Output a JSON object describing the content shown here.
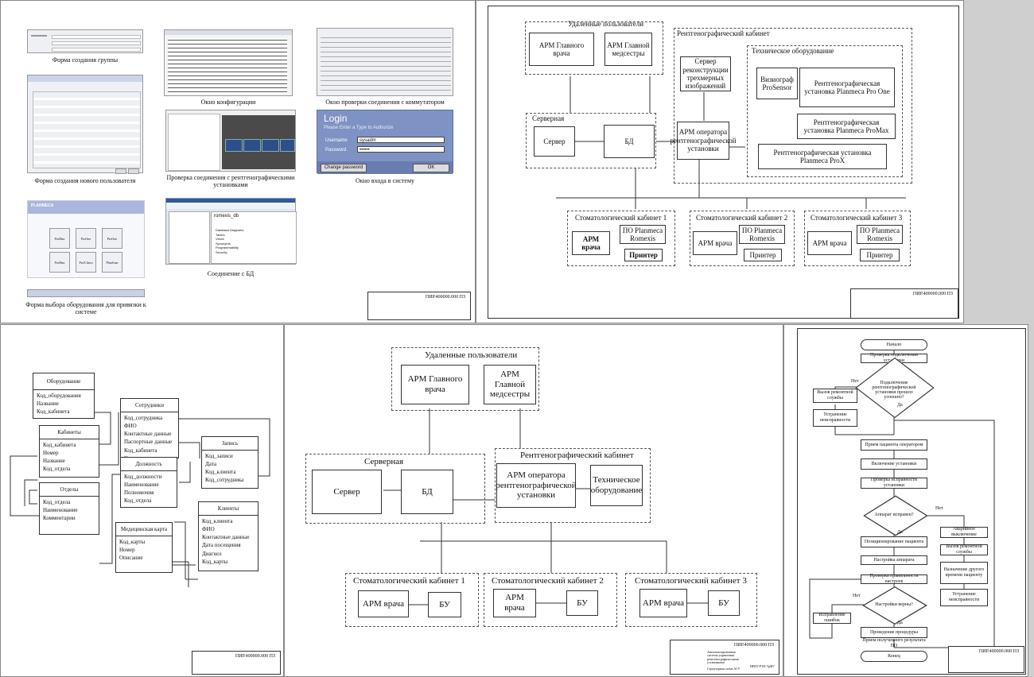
{
  "sheet1": {
    "captions": {
      "group_form": "Форма создания группы",
      "config_window": "Окно конфигурации",
      "switch_check": "Окно проверки соединения с коммутатором",
      "user_form": "Форма создания нового пользователя",
      "xray_check": "Проверка соединения с рентгенографическими установками",
      "login_window": "Окно входа в систему",
      "equipment_choice": "Форма выбора оборудования для привязки к системе",
      "db_connect": "Соединение с БД"
    },
    "login": {
      "title": "Login",
      "subtitle": "Please Enter a Type to Authorize",
      "username_label": "Username",
      "username_value": "sysadm",
      "password_label": "Password",
      "password_value": "••••••",
      "change_button": "Change password",
      "ok_button": "OK"
    },
    "equipment_panel": {
      "brand": "PLANMECA",
      "tiles": [
        "ProMax",
        "ProOne",
        "ProOne",
        "ProMax",
        "ProX Intra",
        "PlanScan"
      ]
    },
    "db_window": {
      "db_name": "romexis_db",
      "folders": [
        "Database Diagrams",
        "Tables",
        "Views",
        "Synonyms",
        "Programmability",
        "Security"
      ]
    },
    "stamp_code": "ПИР.400000.000 ПЗ"
  },
  "sheet2": {
    "remote_users": "Удаленные пользователи",
    "arm_chief_doctor": "АРМ Главного врача",
    "arm_chief_nurse": "АРМ Главной медсестры",
    "xray_office": "Рентгенографический кабинет",
    "tech_equipment": "Техническое оборудование",
    "recon_server": "Сервер реконструкции трехмерных изображений",
    "visiograph": "Визиограф ProSensor",
    "pro_one": "Рентгенографическая установка Planmeca Pro One",
    "promax": "Рентгенографическая установка Planmeca ProMax",
    "pro_x": "Рентгенографическая установка Planmeca ProX",
    "server_room": "Серверная",
    "server": "Сервер",
    "db": "БД",
    "arm_operator": "АРМ оператора рентгенографической установки",
    "cabinets": [
      {
        "title": "Стоматологический кабинет 1",
        "arm": "АРМ врача",
        "software": "ПО Planmeca Romexis",
        "printer": "Принтер"
      },
      {
        "title": "Стоматологический кабинет 2",
        "arm": "АРМ врача",
        "software": "ПО Planmeca Romexis",
        "printer": "Принтер"
      },
      {
        "title": "Стоматологический кабинет 3",
        "arm": "АРМ врача",
        "software": "ПО Planmeca Romexis",
        "printer": "Принтер"
      }
    ],
    "stamp_code": "ПИР.400000.000 ПЗ"
  },
  "sheet3": {
    "entities": [
      {
        "name": "Оборудование",
        "fields": [
          "Код_оборудования",
          "Название",
          "Код_кабинета"
        ]
      },
      {
        "name": "Кабинеты",
        "fields": [
          "Код_кабинета",
          "Номер",
          "Название",
          "Код_отдела"
        ]
      },
      {
        "name": "Отделы",
        "fields": [
          "Код_отдела",
          "Наименование",
          "Комментарии"
        ]
      },
      {
        "name": "Сотрудники",
        "fields": [
          "Код_сотрудника",
          "ФИО",
          "Контактные данные",
          "Паспортные данные",
          "Код_кабинета",
          "Код_должности"
        ]
      },
      {
        "name": "Должность",
        "fields": [
          "Код_должности",
          "Наименование",
          "Полномочия",
          "Код_отдела"
        ]
      },
      {
        "name": "Запись",
        "fields": [
          "Код_записи",
          "Дата",
          "Код_клиента",
          "Код_сотрудника"
        ]
      },
      {
        "name": "Клиенты",
        "fields": [
          "Код_клиента",
          "ФИО",
          "Контактные данные",
          "Дата посещения",
          "Диагноз",
          "Код_карты"
        ]
      },
      {
        "name": "Медицинская карта",
        "fields": [
          "Код_карты",
          "Номер",
          "Описание"
        ]
      }
    ],
    "stamp_code": "ПИР.400000.000 ПЗ"
  },
  "sheet4": {
    "remote_users": "Удаленные пользователи",
    "arm_chief_doctor": "АРМ Главного врача",
    "arm_chief_nurse": "АРМ Главной медсестры",
    "server_room": "Серверная",
    "server": "Сервер",
    "db": "БД",
    "xray_office": "Рентгенографический кабинет",
    "arm_operator": "АРМ оператора рентгенографической установки",
    "tech_equipment": "Техническое оборудование",
    "cabinets": [
      {
        "title": "Стоматологический кабинет 1",
        "arm": "АРМ врача",
        "bu": "БУ"
      },
      {
        "title": "Стоматологический кабинет 2",
        "arm": "АРМ врача",
        "bu": "БУ"
      },
      {
        "title": "Стоматологический кабинет 3",
        "arm": "АРМ врача",
        "bu": "БУ"
      }
    ],
    "stamp": {
      "code": "ПИР.400000.000 ПЗ",
      "title": "Автоматизированная система управления рентгенографическими установками",
      "sheet_name": "Структурная схема АСУ",
      "org": "ИРИТ-РТФ УрФУ"
    }
  },
  "sheet5": {
    "start": "Начало",
    "check_installed": "Проверка подключения установки",
    "q_connected": "Подключение рентгенографической установки прошло успешно?",
    "yes": "Да",
    "no": "Нет",
    "call_repair": "Вызов ремонтной службы",
    "fix_fault": "Устранение неисправности",
    "accept_patient": "Прием пациента оператором",
    "turn_on": "Включение установки",
    "check_serviceability": "Проверка исправности установки",
    "q_serviceable": "Аппарат исправен?",
    "emergency_off": "Аварийное выключение",
    "call_repair2": "Вызов ремонтной службы",
    "assign_other_time": "Назначение другого времени пациенту",
    "fix_fault2": "Устранение неисправности",
    "position_patient": "Позиционирование пациента",
    "set_apparatus": "Настройка аппарата",
    "check_settings": "Проверка правильности настроек",
    "q_settings": "Настройки верны?",
    "fix_errors": "Исправление ошибок",
    "do_procedure": "Проведение процедуры",
    "receive_result": "Прием полученного результата ПО",
    "end": "Конец",
    "stamp_code": "ПИР.400000.000 ПЗ"
  }
}
